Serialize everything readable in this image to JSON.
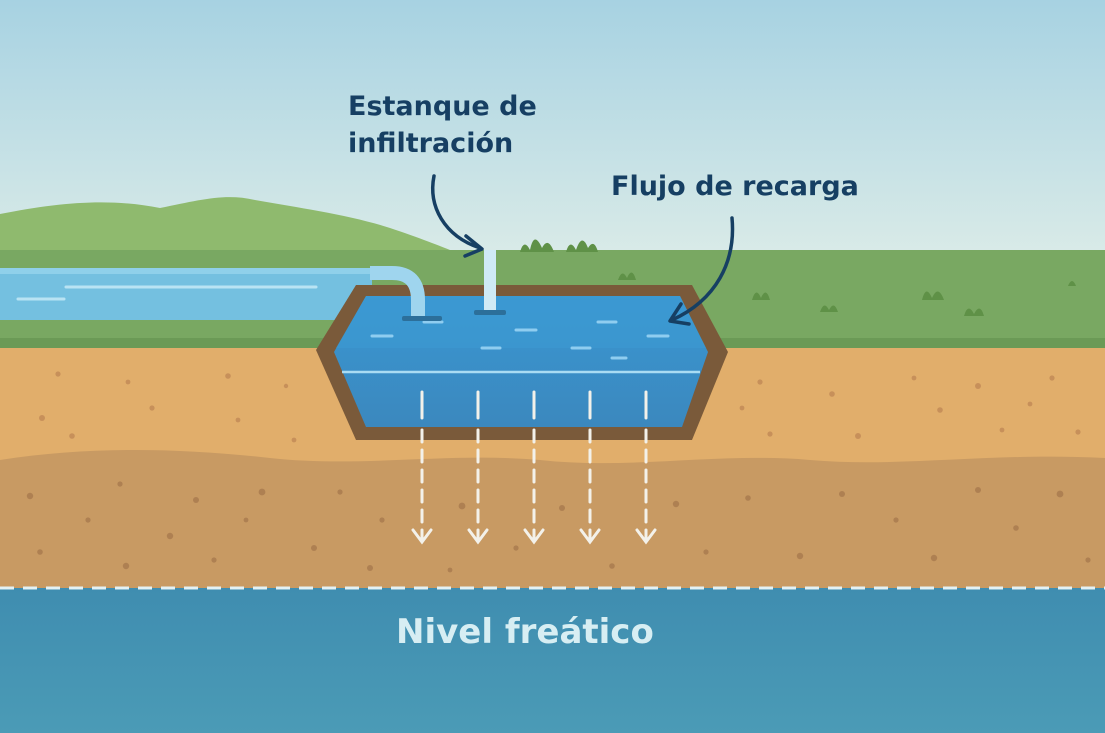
{
  "labels": {
    "pond_line1": "Estanque de",
    "pond_line2": "infiltración",
    "recharge_flow": "Flujo de recarga",
    "water_table": "Nivel freático"
  },
  "colors": {
    "sky_top": "#a9d3e3",
    "sky_bottom": "#d8ebe9",
    "hills": "#8fba6e",
    "grass": "#79a862",
    "upper_soil": "#e1ae6b",
    "lower_soil": "#c89a63",
    "pond_rim": "#7a5a3a",
    "pond_water": "#3d95cf",
    "stream": "#74c0e0",
    "water_table": "#4a97b6",
    "label_dark": "#163f63",
    "label_light": "#d7eef3"
  },
  "icons": [
    "curved-arrow-icon",
    "down-arrow-icon",
    "grass-tuft-icon",
    "inlet-pipe-icon"
  ]
}
